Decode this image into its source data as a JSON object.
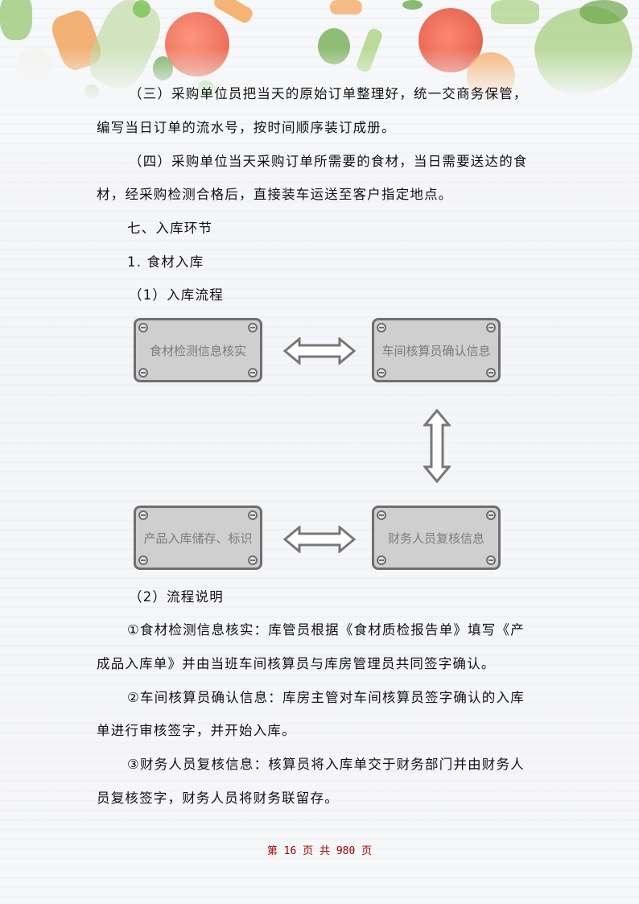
{
  "paragraphs": {
    "p3_line1": "（三）采购单位员把当天的原始订单整理好，统一交商务保管，",
    "p3_line2": "编写当日订单的流水号，按时间顺序装订成册。",
    "p4_line1": "（四）采购单位当天采购订单所需要的食材，当日需要送达的食",
    "p4_line2": "材，经采购检测合格后，直接装车运送至客户指定地点。"
  },
  "headings": {
    "section": "七、入库环节",
    "sub1": "1. 食材入库",
    "flow_title": "（1）入库流程",
    "explain_title": "（2）流程说明"
  },
  "flowchart": {
    "boxes": [
      {
        "id": "verify",
        "label": "食材检测信息核实"
      },
      {
        "id": "workshop",
        "label": "车间核算员确认信息"
      },
      {
        "id": "finance",
        "label": "财务人员复核信息"
      },
      {
        "id": "storage",
        "label": "产品入库储存、标识"
      }
    ],
    "arrows": [
      {
        "from": "verify",
        "to": "workshop",
        "type": "bidirectional-horizontal"
      },
      {
        "from": "workshop",
        "to": "finance",
        "type": "bidirectional-vertical"
      },
      {
        "from": "storage",
        "to": "finance",
        "type": "bidirectional-horizontal"
      }
    ],
    "colors": {
      "box_fill": "#cfcfcf",
      "box_border": "#6f6f6f",
      "label": "#7c7c7c"
    }
  },
  "explanations": {
    "e1_line1": "①食材检测信息核实：库管员根据《食材质检报告单》填写《产",
    "e1_line2": "成品入库单》并由当班车间核算员与库房管理员共同签字确认。",
    "e2_line1": "②车间核算员确认信息：库房主管对车间核算员签字确认的入库",
    "e2_line2": "单进行审核签字，并开始入库。",
    "e3_line1": "③财务人员复核信息：核算员将入库单交于财务部门并由财务人",
    "e3_line2": "员复核签字，财务人员将财务联留存。"
  },
  "footer": {
    "text": "第 16 页 共 980 页",
    "current_page": 16,
    "total_pages": 980,
    "color": "#a00000"
  }
}
